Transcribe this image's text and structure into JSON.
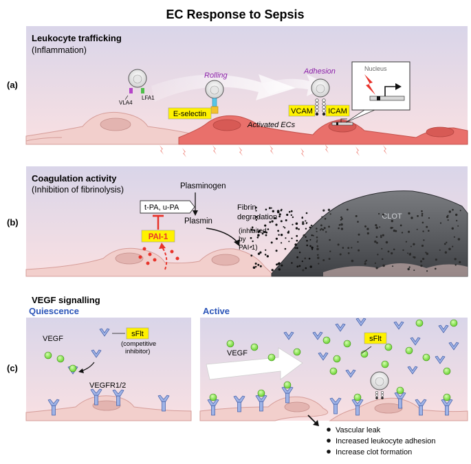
{
  "title": "EC Response to Sepsis",
  "panels": {
    "a": {
      "label": "(a)",
      "heading": "Leukocyte trafficking",
      "subheading": "(Inflammation)",
      "vla4": "VLA4",
      "lfa1": "LFA1",
      "rolling": "Rolling",
      "adhesion": "Adhesion",
      "eselectin": "E-selectin",
      "vcam": "VCAM",
      "icam": "ICAM",
      "activated": "Activated ECs",
      "nucleus": "Nucleus"
    },
    "b": {
      "label": "(b)",
      "heading": "Coagulation activity",
      "subheading": "(Inhibition of fibrinolysis)",
      "plasminogen": "Plasminogen",
      "tpa": "t-PA, u-PA",
      "plasmin": "Plasmin",
      "pai1": "PAI-1",
      "fibrin1": "Fibrin",
      "fibrin2": "degradation",
      "inhib1": "(inhibited",
      "inhib2": "by",
      "inhib3": "PAI-1)",
      "clot": "CLOT"
    },
    "c": {
      "label": "(c)",
      "heading": "VEGF signalling",
      "quiescence": "Quiescence",
      "active": "Active",
      "vegf_q": "VEGF",
      "sflt_q": "sFlt",
      "comp1": "(competitive",
      "comp2": "inhibitor)",
      "vegfr": "VEGFR1/2",
      "vegf_a": "VEGF",
      "sflt_a": "sFlt",
      "bullets": [
        "Vascular leak",
        "Increased leukocyte adhesion",
        "Increase clot formation"
      ]
    }
  },
  "colors": {
    "panel_top": "#dcd8ea",
    "panel_bottom": "#f7dde0",
    "cell_pink": "#f2cfcc",
    "cell_red": "#e9706b",
    "label_yellow": "#fff200",
    "pai_red": "#e8332a",
    "blue_receptor": "#9fb3e6",
    "green_vegf": "#8ee84a",
    "quiescence_blue": "#2a53b8",
    "clot_grey": "#5e6064",
    "adhesion_purple": "#8b1fa8"
  }
}
